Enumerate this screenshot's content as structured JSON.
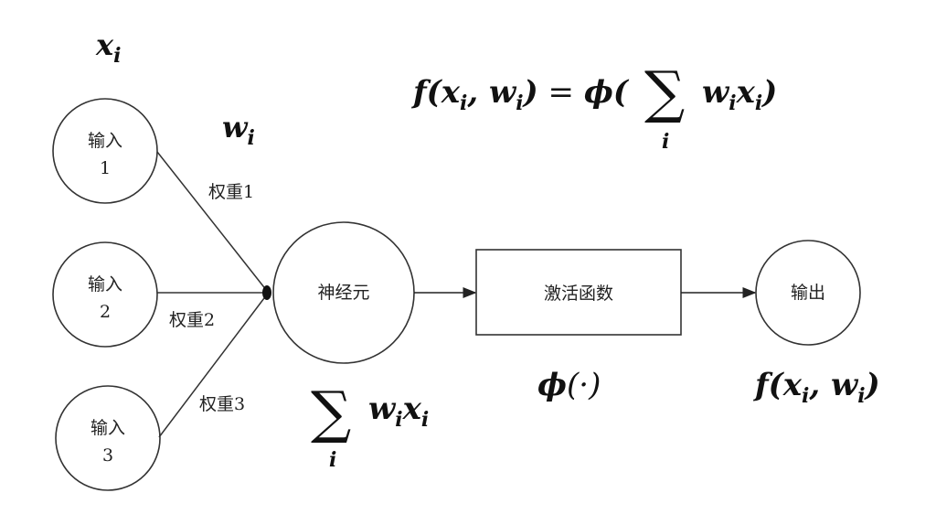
{
  "diagram": {
    "title": "Artificial neuron model",
    "labels": {
      "input_symbol": {
        "base": "x",
        "sub": "i"
      },
      "weight_symbol": {
        "base": "w",
        "sub": "i"
      },
      "formula": {
        "lhs": "f(x",
        "lhs_sub1": "i",
        "lhs_mid": ", w",
        "lhs_sub2": "i",
        "lhs_end": ")",
        "eq": " = ",
        "phi": "ϕ(",
        "sum": "∑",
        "sum_index": "i",
        "term_w": "w",
        "term_w_sub": "i",
        "term_x": "x",
        "term_x_sub": "i",
        "close": ")"
      },
      "neuron_sum": {
        "sum": "∑",
        "index": "i",
        "w": "w",
        "w_sub": "i",
        "x": "x",
        "x_sub": "i"
      },
      "activation_symbol": {
        "phi": "ϕ",
        "arg": "(·)"
      },
      "output_symbol": {
        "f": "f(x",
        "sub1": "i",
        "mid": ", w",
        "sub2": "i",
        "end": ")"
      }
    },
    "inputs": [
      {
        "line1": "输入",
        "line2": "1",
        "weight": "权重1"
      },
      {
        "line1": "输入",
        "line2": "2",
        "weight": "权重2"
      },
      {
        "line1": "输入",
        "line2": "3",
        "weight": "权重3"
      }
    ],
    "neuron": {
      "label": "神经元"
    },
    "activation": {
      "label": "激活函数"
    },
    "output": {
      "label": "输出"
    }
  }
}
